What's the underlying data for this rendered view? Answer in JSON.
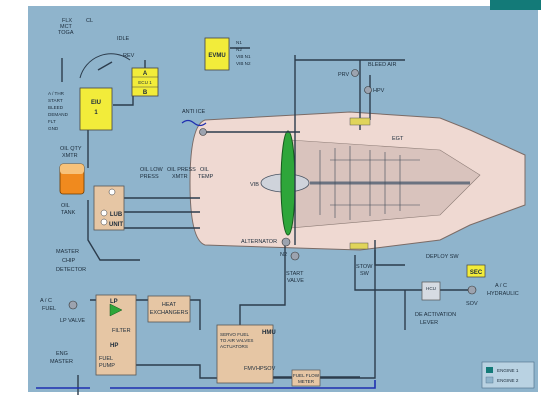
{
  "selector": {
    "positions": [
      "TOGA",
      "FLX",
      "MCT",
      "CL",
      "IDLE",
      "REV"
    ],
    "inputs": [
      "A / THR",
      "START",
      "BLEED",
      "DEMAND",
      "FLT",
      "GND"
    ]
  },
  "eiu": {
    "line1": "EIU",
    "line2": "1"
  },
  "ecu": {
    "a": "A",
    "mid": "ECU 1",
    "b": "B"
  },
  "evmu": {
    "label": "EVMU",
    "outputs": [
      "N1",
      "N2",
      "VIB N1",
      "VIB N2"
    ]
  },
  "labels": {
    "anti_ice": "ANTI ICE",
    "bleed_air": "BLEED AIR",
    "prv": "PRV",
    "hpv": "HPV",
    "egt": "EGT",
    "oil_qty": "OIL QTY",
    "xmtr": "XMTR",
    "oil_tank": "OIL",
    "tank": "TANK",
    "oil_low_press": [
      "OIL LOW",
      "PRESS"
    ],
    "oil_press_xmtr": [
      "OIL PRESS",
      "XMTR"
    ],
    "oil_temp": [
      "OIL",
      "TEMP"
    ],
    "vib": "VIB",
    "lub": "LUB",
    "unit": "UNIT",
    "master_chip_detector": [
      "MASTER",
      "CHIP",
      "DETECTOR"
    ],
    "alternator": "ALTERNATOR",
    "n2": "N2",
    "start_valve": [
      "START",
      "VALVE"
    ],
    "deploy_sw": "DEPLOY SW",
    "stow_sw": [
      "STOW",
      "SW"
    ],
    "sec": "SEC",
    "hcu": "HCU",
    "ac_hydraulic": [
      "A / C",
      "HYDRAULIC"
    ],
    "sov": "SOV",
    "deactivation_lever": [
      "DE ACTIVATION",
      "LEVER"
    ],
    "ac_fuel": [
      "A / C",
      "FUEL"
    ],
    "lp_valve": "LP VALVE",
    "lp": "LP",
    "hp": "HP",
    "filter": "FILTER",
    "fuel_pump": [
      "FUEL",
      "PUMP"
    ],
    "heat_exchangers": [
      "HEAT",
      "EXCHANGERS"
    ],
    "eng_master": [
      "ENG",
      "MASTER"
    ],
    "hmu": "HMU",
    "servo_fuel": [
      "SERVO FUEL",
      "TO AIR VALVES",
      "ACTUATORS"
    ],
    "fmv": "FMV",
    "hpsov": "HPSOV",
    "fuel_flow_meter": [
      "FUEL FLOW",
      "METER"
    ]
  },
  "legend": {
    "engine1": "ENGINE 1",
    "engine2": "ENGINE 2"
  },
  "colors": {
    "background": "#8fb4cc",
    "engine": "#efd9d2",
    "box_yellow": "#f2ec3a",
    "box_tan": "#e6c6a4",
    "fan": "#2ea63a",
    "tank_orange": "#f08a1e",
    "line": "#2c3c4c"
  }
}
